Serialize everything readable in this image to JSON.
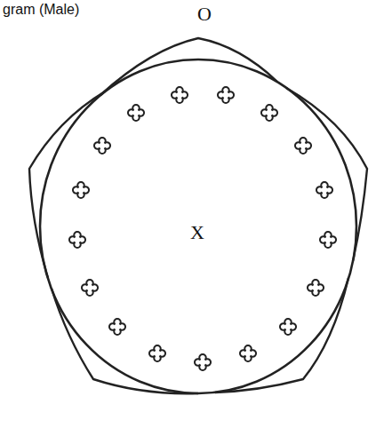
{
  "diagram": {
    "title": "gram (Male)",
    "labels": [
      "O",
      "X"
    ]
  }
}
